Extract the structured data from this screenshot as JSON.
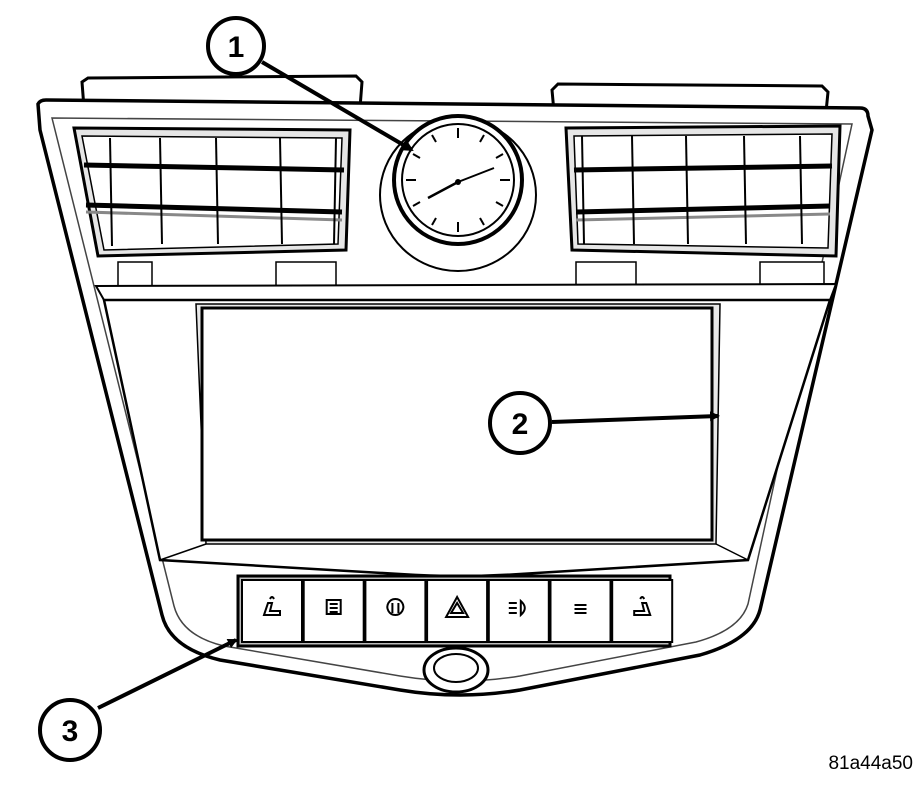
{
  "callouts": [
    {
      "number": "1",
      "target": "clock"
    },
    {
      "number": "2",
      "target": "display-screen"
    },
    {
      "number": "3",
      "target": "switch-bank"
    }
  ],
  "reference_code": "81a44a50",
  "switches": [
    {
      "icon": "heated-seat-left-icon"
    },
    {
      "icon": "rear-defrost-icon"
    },
    {
      "icon": "traction-control-icon"
    },
    {
      "icon": "hazard-icon"
    },
    {
      "icon": "fog-lamp-icon"
    },
    {
      "icon": "heated-seat-right-icon"
    },
    {
      "icon": "heated-seat-passenger-icon"
    }
  ],
  "colors": {
    "line": "#000000",
    "fill": "#ffffff",
    "shade": "#bdbdbd"
  }
}
